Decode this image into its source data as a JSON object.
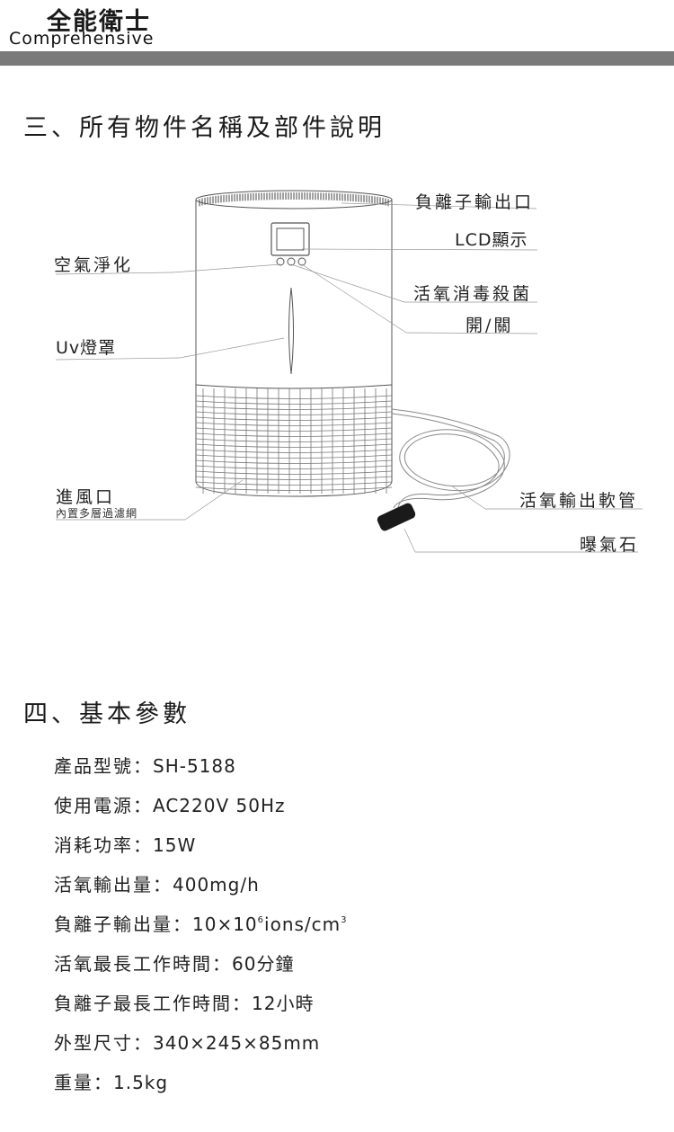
{
  "header": {
    "brand_cn": "全能衛士",
    "brand_en": "Comprehensive"
  },
  "section3": {
    "title": "三、所有物件名稱及部件說明",
    "labels": {
      "ion_outlet": "負離子輸出口",
      "lcd": "LCD顯示",
      "air_purify": "空氣淨化",
      "sterilize": "活氧消毒殺菌",
      "power": "開/關",
      "uv_cover": "Uv燈罩",
      "air_inlet": "進風口",
      "air_inlet_sub": "內置多層過濾網",
      "hose": "活氧輸出軟管",
      "air_stone": "曝氣石"
    }
  },
  "section4": {
    "title": "四、基本參數",
    "specs": [
      {
        "label": "產品型號：",
        "value": "SH-5188"
      },
      {
        "label": "使用電源：",
        "value": "AC220V 50Hz"
      },
      {
        "label": "消耗功率：",
        "value": "15W"
      },
      {
        "label": "活氧輸出量：",
        "value": "400mg/h"
      },
      {
        "label": "負離子輸出量：",
        "value": "10×10",
        "sup1": "6",
        "value2": "ions/cm",
        "sup2": "3"
      },
      {
        "label": "活氧最長工作時間：",
        "value": "60分鐘"
      },
      {
        "label": "負離子最長工作時間：",
        "value": "12小時"
      },
      {
        "label": "外型尺寸：",
        "value": "340×245×85mm"
      },
      {
        "label": "重量：",
        "value": "1.5kg"
      }
    ]
  }
}
